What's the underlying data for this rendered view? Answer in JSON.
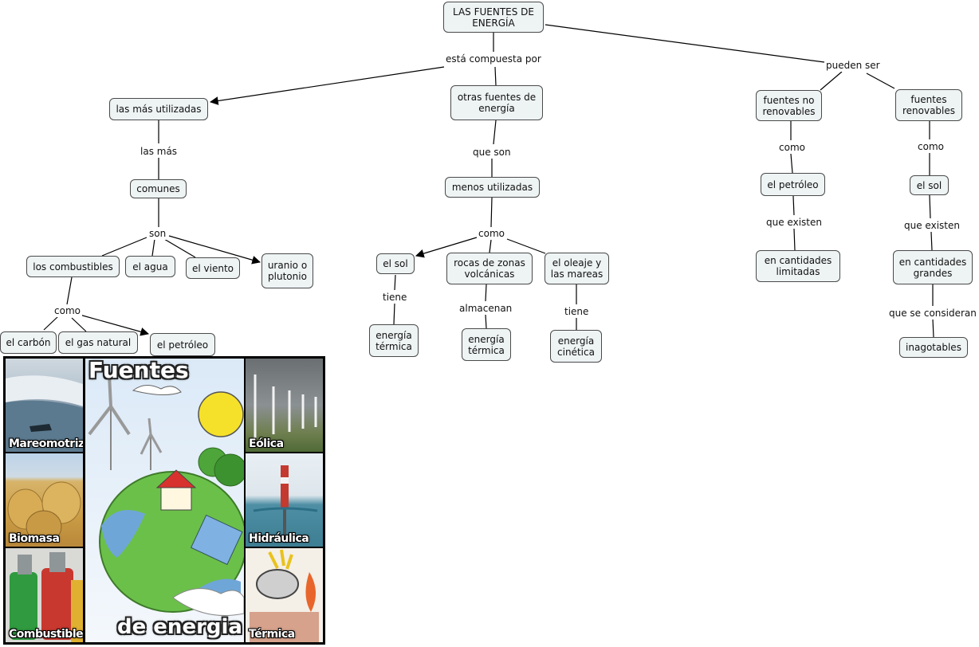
{
  "map": {
    "nodes": {
      "root": "LAS FUENTES DE\nENERGÍA",
      "mas_utilizadas": "las más utilizadas",
      "otras_fuentes": "otras fuentes de\nenergía",
      "no_renovables": "fuentes no\nrenovables",
      "renovables": "fuentes\nrenovables",
      "comunes": "comunes",
      "menos_utilizadas": "menos utilizadas",
      "nr_petroleo": "el petróleo",
      "r_sol": "el sol",
      "combustibles": "los combustibles",
      "agua": "el agua",
      "viento": "el viento",
      "uranio": "uranio o\nplutonio",
      "sol": "el sol",
      "rocas": "rocas de zonas\nvolcánicas",
      "oleaje": "el oleaje y\nlas mareas",
      "limitadas": "en cantidades\nlimitadas",
      "grandes": "en cantidades\ngrandes",
      "carbon": "el carbón",
      "gas": "el gas natural",
      "petroleo": "el petróleo",
      "termica1": "energía\ntérmica",
      "termica2": "energía\ntérmica",
      "cinetica": "energía\ncinética",
      "inagotables": "inagotables"
    },
    "links": {
      "compuesta": "está compuesta por",
      "pueden_ser": "pueden ser",
      "las_mas": "las más",
      "que_son": "que son",
      "como_nr": "como",
      "como_r": "como",
      "son": "son",
      "como_menos": "como",
      "que_existen_nr": "que existen",
      "que_existen_r": "que existen",
      "como_comb": "como",
      "tiene1": "tiene",
      "almacenan": "almacenan",
      "tiene2": "tiene",
      "que_se_consideran": "que se consideran"
    }
  },
  "collage": {
    "title_top": "Fuentes",
    "title_bottom": "de energia",
    "tiles": {
      "maremotriz": "Mareomotriz",
      "biomasa": "Biomasa",
      "combustibles": "Combustibles",
      "eolica": "Eólica",
      "hidraulica": "Hidráulica",
      "termica": "Térmica"
    }
  }
}
